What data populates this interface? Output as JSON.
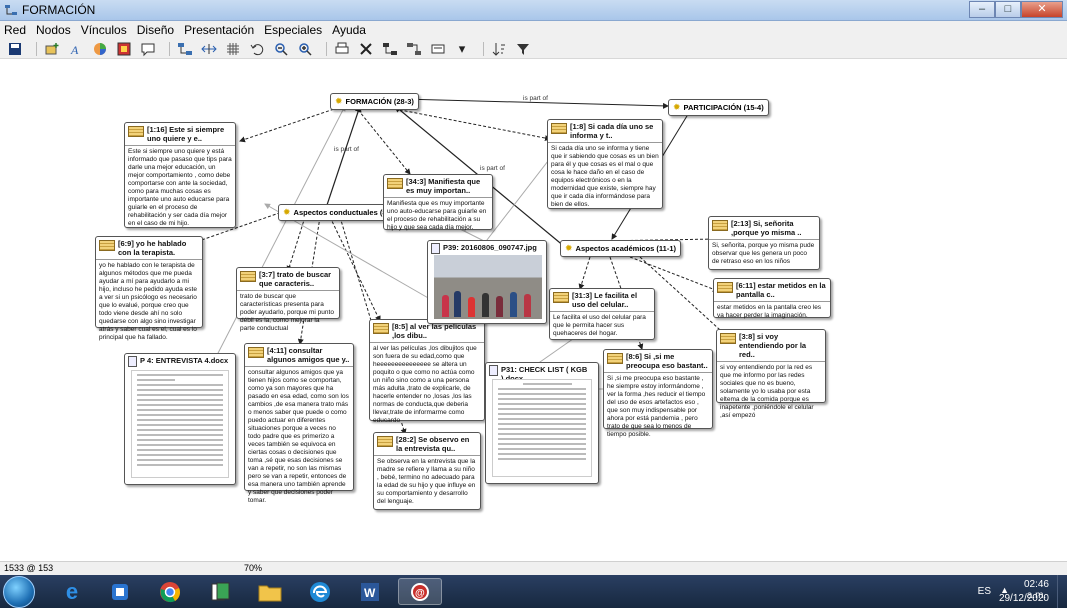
{
  "window": {
    "title": "FORMACIÓN",
    "min": "–",
    "max": "□",
    "close": "✕"
  },
  "menu": [
    "Red",
    "Nodos",
    "Vínculos",
    "Diseño",
    "Presentación",
    "Especiales",
    "Ayuda"
  ],
  "toolbar_icons": [
    "save-icon",
    "new-node-icon",
    "font-icon",
    "color-wheel-icon",
    "frame-icon",
    "comment-icon",
    "network-icon",
    "spread-icon",
    "grid-icon",
    "undo-icon",
    "zoom-out-icon",
    "zoom-in-icon",
    "print-icon",
    "delete-icon",
    "layout-icon",
    "layout2-icon",
    "view-icon",
    "sort-icon",
    "filter-icon"
  ],
  "codes": {
    "formacion": "FORMACIÓN (28-3)",
    "participacion": "PARTICIPACIÓN (15-4)",
    "conductuales": "Aspectos conductuales (8-1)",
    "academicos": "Aspectos académicos (11-1)"
  },
  "link_labels": {
    "ispartof1": "is part of",
    "ispartof2": "is part of",
    "ispartof3": "is part of"
  },
  "notes": {
    "n1": {
      "title": "[1:16] Este si siempre uno quiere y e..",
      "body": "Este si siempre uno quiere y está informado que pasaso que tips para darle una mejor educación, un mejor comportamiento , como debe comportarse con ante la sociedad, como para muchas cosas es importante uno auto educarse para guiarle en el proceso de rehabilitación y ser cada día mejor en el caso de mi hijo."
    },
    "n2": {
      "title": "[6:9] yo he hablado con la terapista.",
      "body": "yo he hablado con le terapista de algunos métodos que me pueda ayudar a mí para ayudarlo a mi hijo, incluso he pedido ayuda este a ver si un psicólogo es necesario que lo evalué, porque creo que todo viene desde ahí no solo quedarse con algo sino investigar atrás y saber cual es el, cual es lo principal que ha fallado."
    },
    "n3": {
      "title": "[3:7] trato de buscar que caracteris..",
      "body": "trato de buscar que características presenta para poder ayudarlo, porque mi punto débil es la, como mejorar la parte conductual"
    },
    "n4": {
      "title": "[34:3] Manifiesta que es muy importan..",
      "body": "Manifiesta que es muy importante uno auto-educarse para guiarle en el proceso de rehabilitación a su hijo y que sea cada día mejor."
    },
    "n5": {
      "title": "[1:8] Si cada día uno se informa y t..",
      "body": "Si cada día uno se informa y tiene que ir sabiendo que cosas es un bien para él y que cosas es el mal o que cosa le hace daño en el caso de equipos electrónicos o en la modernidad que existe, siempre hay que ir cada día informándose para bien de ellos."
    },
    "n6": {
      "title": "[2:13] Si, señorita ,porque yo misma ..",
      "body": "Si, señorita, porque yo misma pude observar que les genera un poco de retraso eso en los niños"
    },
    "n7": {
      "title": "[6:11] estar metidos en la pantalla c..",
      "body": "estar metidos en la pantalla creo les va hacer perder la imaginación."
    },
    "n8": {
      "title": "[3:8] si voy entendiendo por la red..",
      "body": "si voy entendiendo por la red es que me informo por las redes sociales que no es bueno, solamente yo lo usaba por esta eltema de la comida porque es inapetente ,poniéndole el celular ,así empezó"
    },
    "n9": {
      "title": "[31:3] Le facilita el uso del celular..",
      "body": "Le facilita el uso del celular para que le permita hacer sus quehaceres del hogar."
    },
    "n10": {
      "title": "[8:6] Si ,si me preocupa eso bastant..",
      "body": "Si ,si me preocupa eso bastante , he siempre estoy informándome , ver la forma ,hes reducir el tiempo del uso de esos artefactos eso , que son muy indispensable por ahora por está pandemia , pero trato de que sea lo menos de tiempo posible."
    },
    "n11": {
      "title": "[4:11] consultar algunos amigos que y..",
      "body": "consultar algunos amigos que ya tienen hijos como se comportan, como ya son mayores que ha pasado en esa edad, como son los cambios ,de esa manera trato más o menos saber que puede o como puedo actuar en diferentes situaciones porque a veces no todo padre que es primerizo a veces también se equivoca en ciertas cosas o decisiones que toma ,sé que esas decisiones se van a repetir, no son las mismas pero se van a repetir, entonces de esa manera uno también aprende y saber que decisiones poder tomar."
    },
    "n12": {
      "title": "[8:5] al ver las películas ,los dibu..",
      "body": "al ver las películas ,los dibujitos que son fuera de su edad,como que heeeeeeeeeeeeeee se altera un poquito o que como no actúa como un niño sino como a una persona más adulta ,trato de explicarle, de hacerle entender no ,losas ,los las normas de conducta,que deberia llevar,trate de informarme como educardo"
    },
    "n13": {
      "title": "[28:2] Se observo en la entrevista qu..",
      "body": "Se observa en la entrevista que la madre se refiere y llama a su niño , bebé, termino no adecuado para la edad de su hijo y que influye en su comportamiento y desarrollo del lenguaje."
    }
  },
  "docs": {
    "d1": "P39: 20160806_090747.jpg",
    "d2": "P 4: ENTREVISTA 4.docx",
    "d3": "P31: CHECK LIST ( KGB ).docx"
  },
  "status": {
    "left": "1533 @ 153",
    "zoom": "70%"
  },
  "taskbar": {
    "lang": "ES",
    "time": "02:46 a.m.",
    "date": "29/12/2020"
  }
}
